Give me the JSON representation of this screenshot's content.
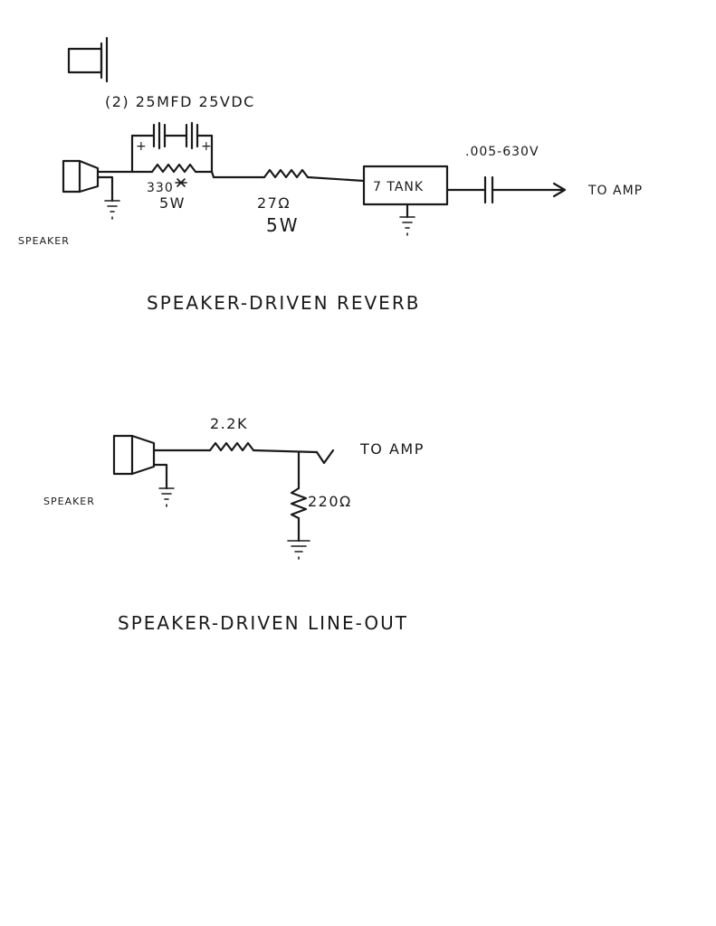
{
  "reverb": {
    "cap_label": "(2) 25MFD 25VDC",
    "plus_left": "+",
    "plus_right": "+",
    "r1_value": "330",
    "r1_watt": "5W",
    "r2_value": "27Ω",
    "r2_watt": "5W",
    "tank_label": "7 TANK",
    "out_cap_label": ".005-630V",
    "to_amp": "TO AMP",
    "speaker_label": "SPEAKER",
    "title": "SPEAKER-DRIVEN REVERB"
  },
  "lineout": {
    "r1_value": "2.2K",
    "r2_value": "220Ω",
    "to_amp": "TO AMP",
    "speaker_label": "SPEAKER",
    "title": "SPEAKER-DRIVEN LINE-OUT"
  }
}
